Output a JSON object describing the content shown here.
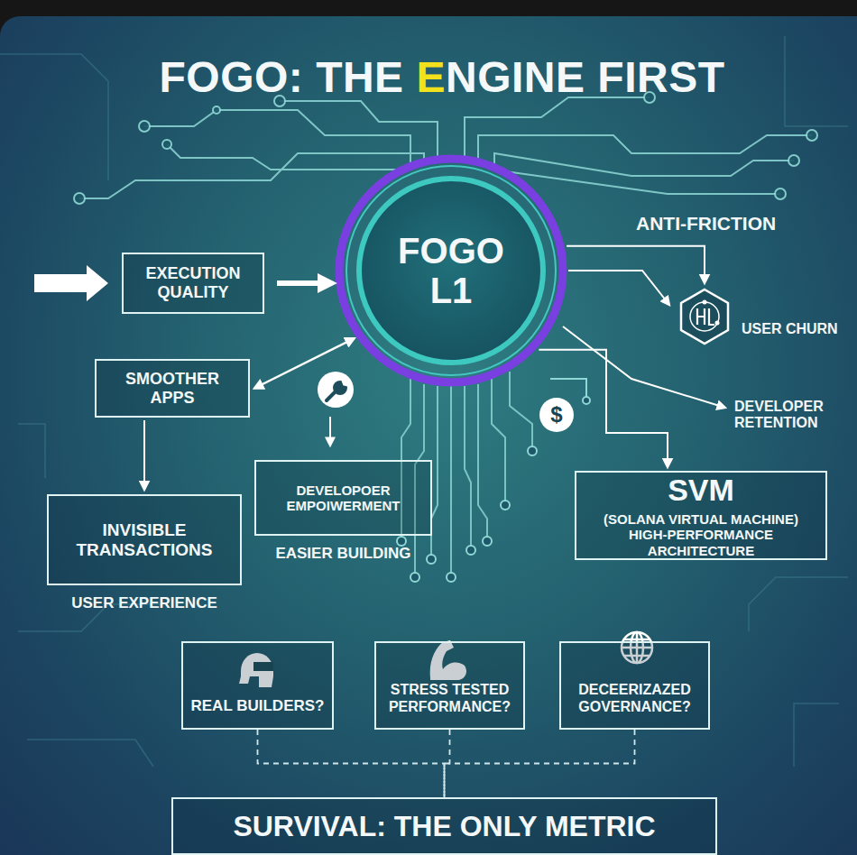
{
  "diagram": {
    "title": "FOGO: THE ENGINE FIRST",
    "nodes": [
      {
        "text": [
          "EXECUTION QUALITY"
        ]
      },
      {
        "text": [
          "FOGO L1"
        ]
      },
      {
        "text": [
          "SMOOTHER APPS"
        ]
      },
      {
        "text": [
          "INVISIBLE TRANSACTIONS",
          "USER EXPERIENCE"
        ]
      },
      {
        "text": [
          "DEVELOPOER EMPOIWERMENT",
          "EASIER BUILDING"
        ]
      },
      {
        "text": [
          "USER CHURN"
        ]
      },
      {
        "text": [
          "SVM",
          "(SOLANA VIRTUAL MACHINE)",
          "HIGH-PERFORMANCE ARCHITECTURE"
        ]
      },
      {
        "text": [
          "REAL BUILDERS?"
        ]
      },
      {
        "text": [
          "STRESS TESTED PERFORMANCE?"
        ]
      },
      {
        "text": [
          "DECEERIZAZED GOVERNANCE?"
        ]
      },
      {
        "text": [
          "SURVIVAL: THE ONLY METRIC"
        ]
      }
    ],
    "edges": [
      {
        "from": 0,
        "to": 1,
        "arrow": "to"
      },
      {
        "from": 1,
        "to": 2,
        "arrow": "both"
      },
      {
        "from": 2,
        "to": 3,
        "arrow": "to"
      },
      {
        "from": 1,
        "to": 5,
        "arrow": "to"
      },
      {
        "from": 1,
        "to": 6,
        "arrow": "to"
      },
      {
        "from": 7,
        "to": 10,
        "arrow": "none"
      },
      {
        "from": 8,
        "to": 10,
        "arrow": "none"
      },
      {
        "from": 9,
        "to": 10,
        "arrow": "none"
      }
    ],
    "labels": [
      "ANTI-FRICTION",
      "DEVELOPER RETENTION",
      "$"
    ]
  }
}
